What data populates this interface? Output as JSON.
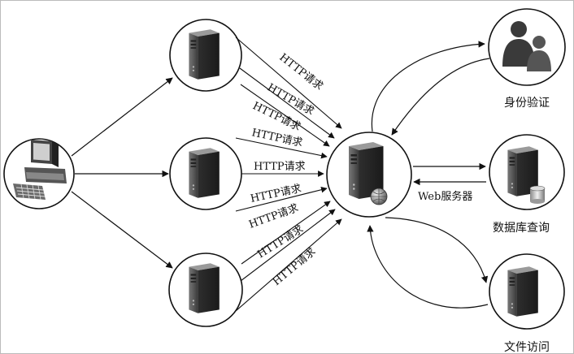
{
  "request_label": "HTTP请求",
  "web_server_label": "Web服务器",
  "services": {
    "auth": "身份验证",
    "db_query": "数据库查询",
    "file_access": "文件访问"
  },
  "nodes": [
    "client-computer",
    "relay-server-top",
    "relay-server-middle",
    "relay-server-bottom",
    "web-server",
    "auth-service",
    "database-service",
    "file-service"
  ]
}
